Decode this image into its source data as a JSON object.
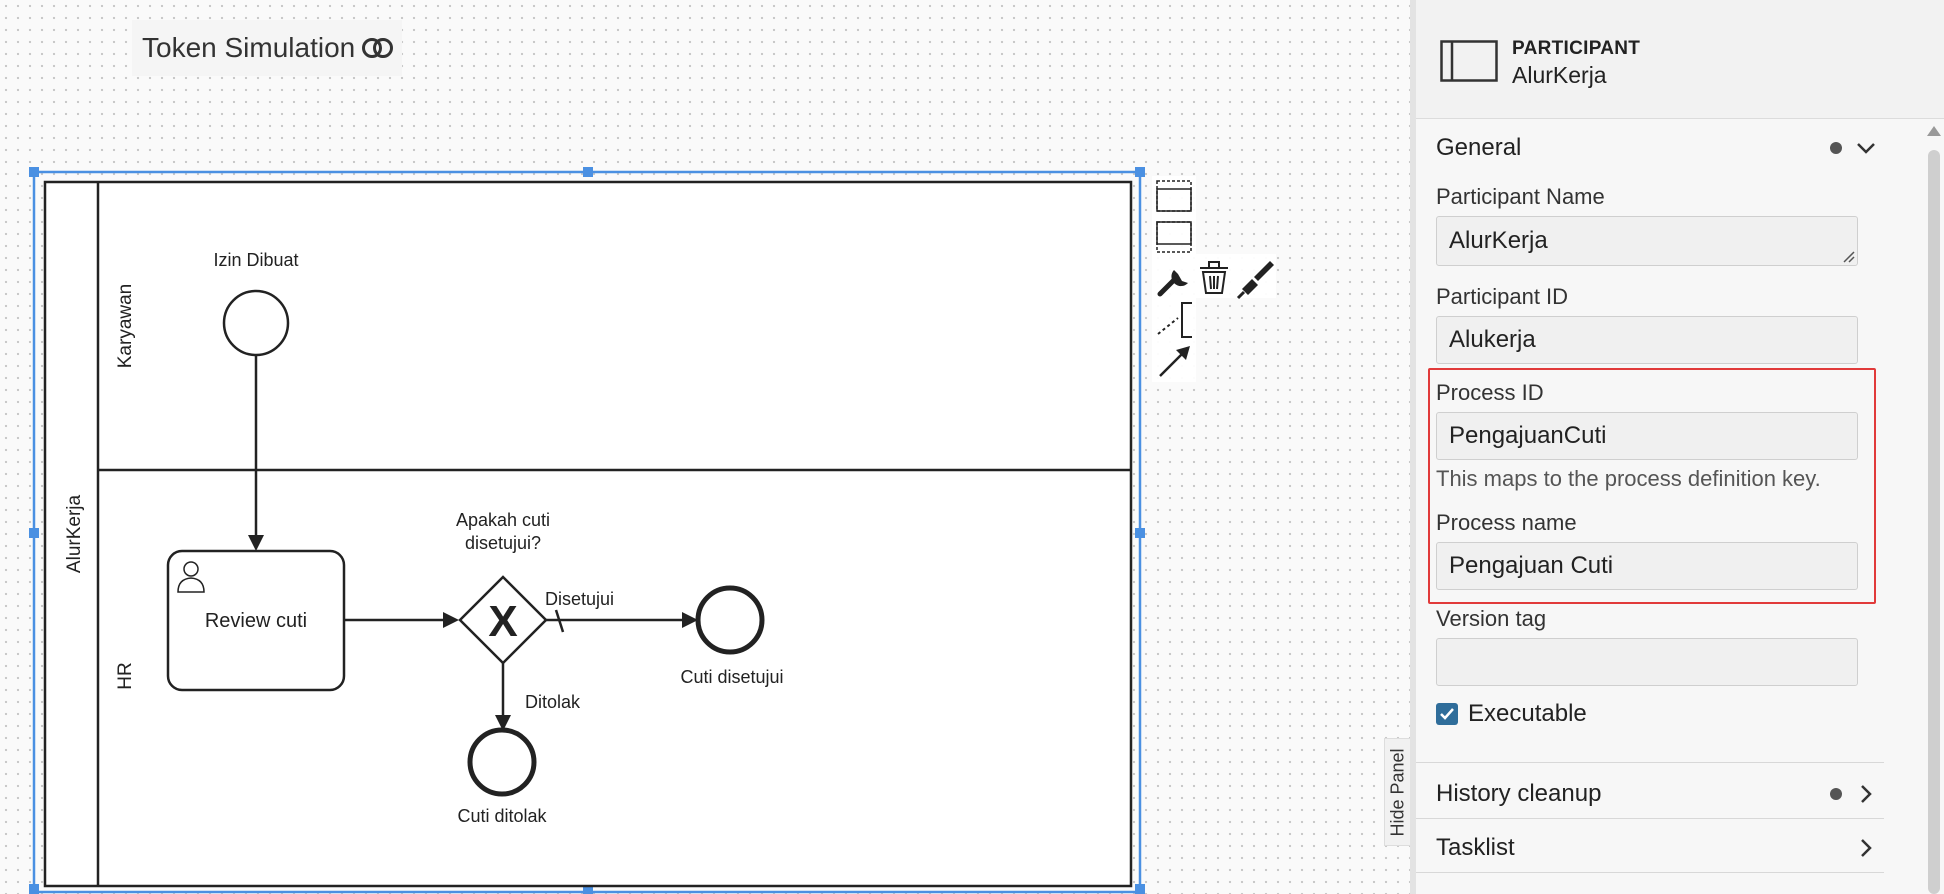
{
  "toolbar": {
    "token_simulation_label": "Token Simulation"
  },
  "diagram": {
    "pool_label": "AlurKerja",
    "lanes": [
      "Karyawan",
      "HR"
    ],
    "start_event_label": "Izin Dibuat",
    "task_label": "Review cuti",
    "gateway_label_line1": "Apakah cuti",
    "gateway_label_line2": "disetujui?",
    "flow_approved_label": "Disetujui",
    "flow_rejected_label": "Ditolak",
    "end_approved_label": "Cuti disetujui",
    "end_rejected_label": "Cuti ditolak",
    "gateway_marker": "X"
  },
  "hide_panel_label": "Hide Panel",
  "properties_panel": {
    "header_type": "PARTICIPANT",
    "header_name": "AlurKerja",
    "groups": {
      "general": "General",
      "history_cleanup": "History cleanup",
      "tasklist": "Tasklist"
    },
    "fields": {
      "participant_name_label": "Participant Name",
      "participant_name_value": "AlurKerja",
      "participant_id_label": "Participant ID",
      "participant_id_value": "Alukerja",
      "process_id_label": "Process ID",
      "process_id_value": "PengajuanCuti",
      "process_id_description": "This maps to the process definition key.",
      "process_name_label": "Process name",
      "process_name_value": "Pengajuan Cuti",
      "version_tag_label": "Version tag",
      "version_tag_value": "",
      "executable_label": "Executable",
      "executable_checked": true
    }
  },
  "colors": {
    "selection": "#4a90e2",
    "highlight": "#e13a3a",
    "checkbox": "#2f6d9a"
  }
}
